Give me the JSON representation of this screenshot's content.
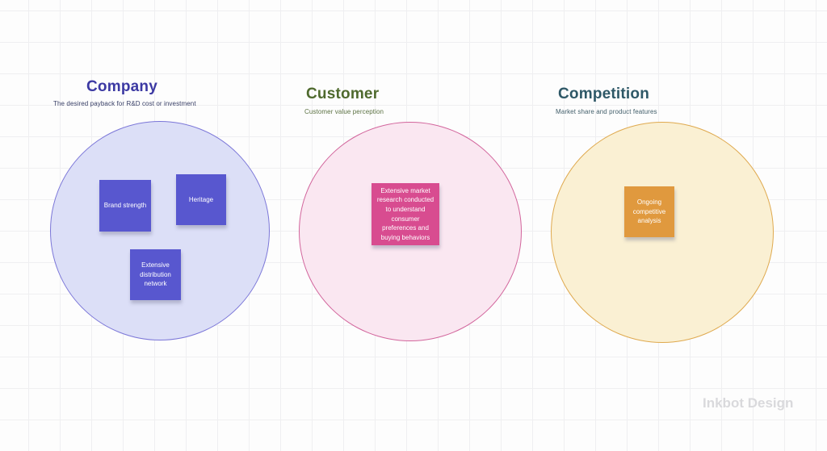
{
  "canvas": {
    "watermark": "Inkbot Design",
    "background": "#fdfdfd",
    "grid_color": "#efeff1"
  },
  "sections": [
    {
      "id": "company",
      "title": "Company",
      "subtitle": "The desired payback for R&D cost or investment",
      "title_color": "#3c39a3",
      "subtitle_color": "#3a4168",
      "circle_fill": "#dcdff7",
      "circle_border": "#7b76d8",
      "sticky_color": "#5857cf",
      "sticky_text_color": "#ffffff",
      "stickies": [
        {
          "label": "Brand strength"
        },
        {
          "label": "Heritage"
        },
        {
          "label": "Extensive distribution network"
        }
      ]
    },
    {
      "id": "customer",
      "title": "Customer",
      "subtitle": "Customer value perception",
      "title_color": "#4f6a2e",
      "subtitle_color": "#5c7243",
      "circle_fill": "#fae7f1",
      "circle_border": "#d2659c",
      "sticky_color": "#d84c90",
      "sticky_text_color": "#ffffff",
      "stickies": [
        {
          "label": "Extensive market research conducted to understand consumer preferences and buying behaviors"
        }
      ]
    },
    {
      "id": "competition",
      "title": "Competition",
      "subtitle": "Market share and product features",
      "title_color": "#2e5867",
      "subtitle_color": "#44606c",
      "circle_fill": "#faf0d3",
      "circle_border": "#dfa94e",
      "sticky_color": "#e0993e",
      "sticky_text_color": "#ffffff",
      "stickies": [
        {
          "label": "Ongoing competitive analysis"
        }
      ]
    }
  ]
}
